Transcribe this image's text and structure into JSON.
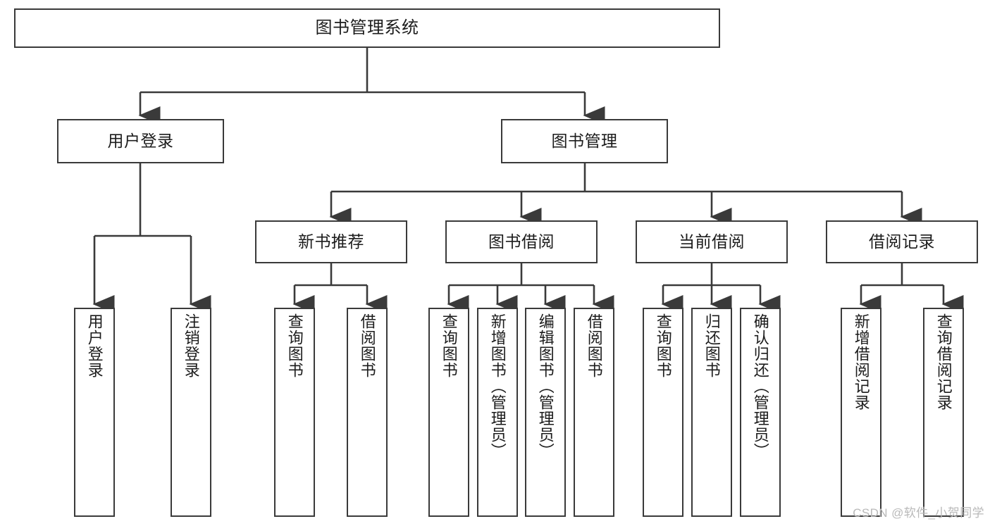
{
  "diagram": {
    "title": "图书管理系统",
    "type": "tree-hierarchy",
    "colors": {
      "box_border": "#3a3a3a",
      "box_fill": "#ffffff",
      "edge": "#3a3a3a",
      "text": "#1c1c1c",
      "watermark": "#b9b9b9"
    },
    "nodes": {
      "root": {
        "label": "图书管理系统"
      },
      "level2": [
        {
          "id": "user-login",
          "label": "用户登录"
        },
        {
          "id": "book-manage",
          "label": "图书管理"
        }
      ],
      "level3": [
        {
          "id": "new-book-recommend",
          "label": "新书推荐"
        },
        {
          "id": "book-borrow",
          "label": "图书借阅"
        },
        {
          "id": "current-borrow",
          "label": "当前借阅"
        },
        {
          "id": "borrow-record",
          "label": "借阅记录"
        }
      ],
      "leaves": [
        {
          "id": "leaf-user-login",
          "label": "用户登录",
          "parent": "user-login"
        },
        {
          "id": "leaf-logout-login",
          "label": "注销登录",
          "parent": "user-login"
        },
        {
          "id": "leaf-query-book-1",
          "label": "查询图书",
          "parent": "new-book-recommend"
        },
        {
          "id": "leaf-borrow-book-1",
          "label": "借阅图书",
          "parent": "new-book-recommend"
        },
        {
          "id": "leaf-query-book-2",
          "label": "查询图书",
          "parent": "book-borrow"
        },
        {
          "id": "leaf-add-book",
          "label": "新增图书（管理员）",
          "parent": "book-borrow"
        },
        {
          "id": "leaf-edit-book",
          "label": "编辑图书（管理员）",
          "parent": "book-borrow"
        },
        {
          "id": "leaf-borrow-book-2",
          "label": "借阅图书",
          "parent": "book-borrow"
        },
        {
          "id": "leaf-query-book-3",
          "label": "查询图书",
          "parent": "current-borrow"
        },
        {
          "id": "leaf-return-book",
          "label": "归还图书",
          "parent": "current-borrow"
        },
        {
          "id": "leaf-confirm-return",
          "label": "确认归还（管理员）",
          "parent": "current-borrow"
        },
        {
          "id": "leaf-add-record",
          "label": "新增借阅记录",
          "parent": "borrow-record"
        },
        {
          "id": "leaf-query-record",
          "label": "查询借阅记录",
          "parent": "borrow-record"
        }
      ]
    },
    "watermark": "CSDN @软件_小贺同学"
  }
}
